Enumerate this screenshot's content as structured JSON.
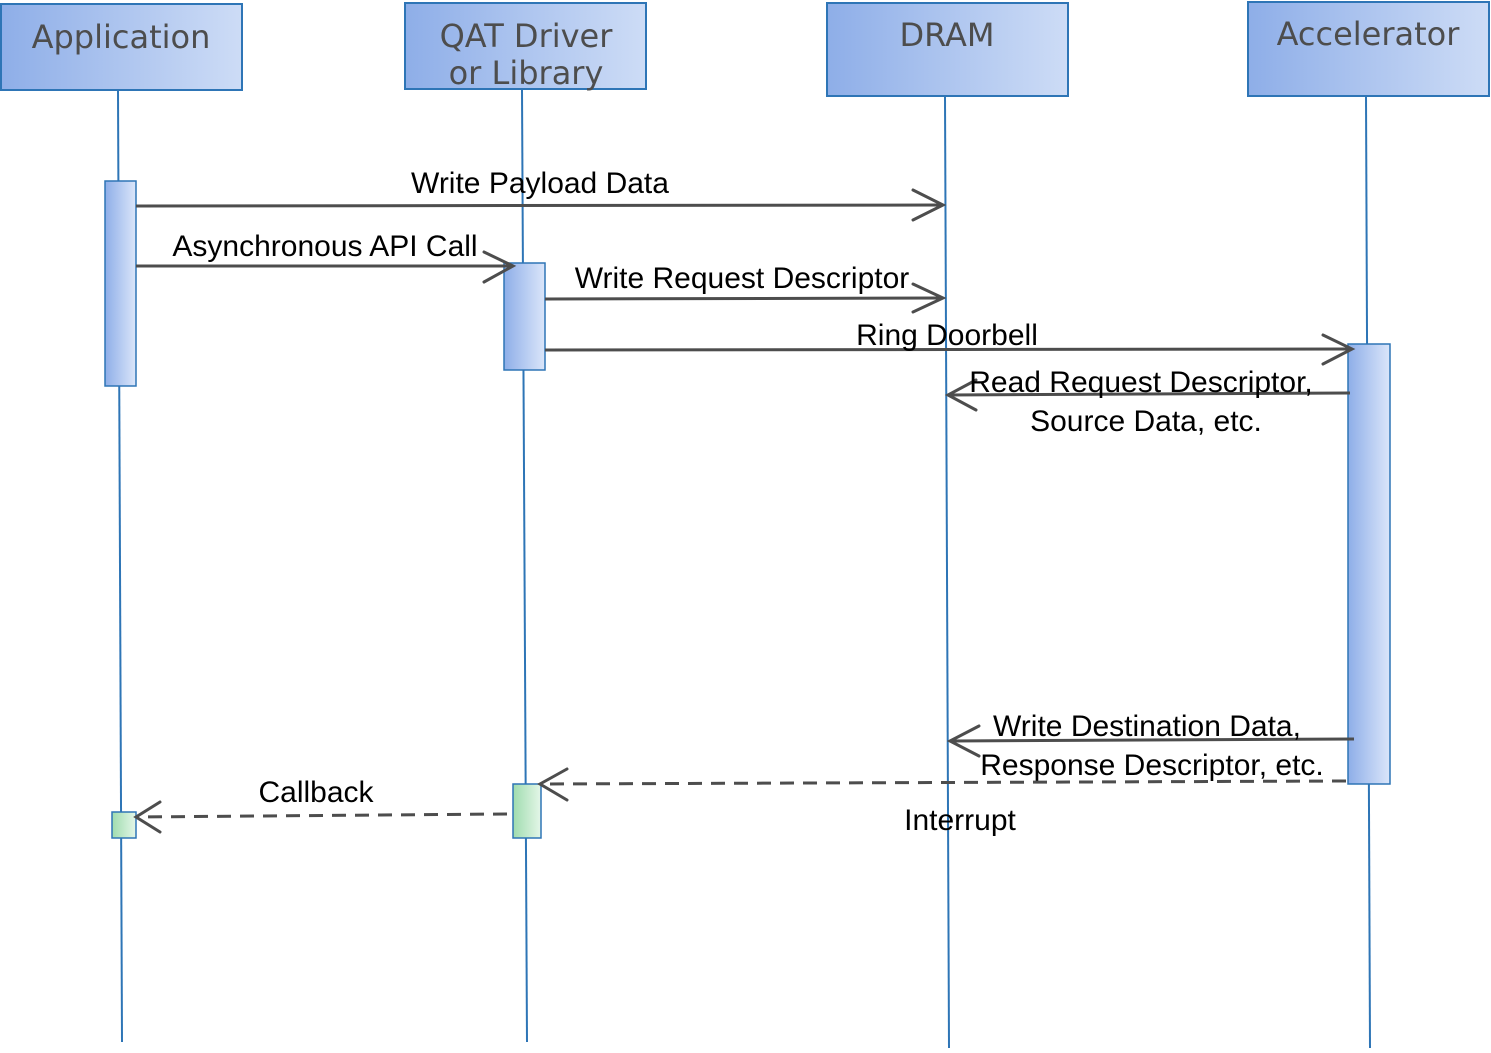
{
  "lifelines": [
    {
      "id": "application",
      "title_lines": [
        "Application"
      ]
    },
    {
      "id": "qat",
      "title_lines": [
        "QAT Driver",
        "or Library"
      ]
    },
    {
      "id": "dram",
      "title_lines": [
        "DRAM"
      ]
    },
    {
      "id": "accelerator",
      "title_lines": [
        "Accelerator"
      ]
    }
  ],
  "messages": [
    {
      "id": "write-payload",
      "from": "application",
      "to": "dram",
      "style": "solid",
      "label_lines": [
        "Write Payload Data"
      ]
    },
    {
      "id": "async-api-call",
      "from": "application",
      "to": "qat",
      "style": "solid",
      "label_lines": [
        "Asynchronous API Call"
      ]
    },
    {
      "id": "write-request-descriptor",
      "from": "qat",
      "to": "dram",
      "style": "solid",
      "label_lines": [
        "Write Request Descriptor"
      ]
    },
    {
      "id": "ring-doorbell",
      "from": "qat",
      "to": "accelerator",
      "style": "solid",
      "label_lines": [
        "Ring Doorbell"
      ]
    },
    {
      "id": "read-request-descriptor",
      "from": "accelerator",
      "to": "dram",
      "style": "solid",
      "label_lines": [
        "Read Request Descriptor,",
        "Source Data, etc."
      ]
    },
    {
      "id": "write-destination-data",
      "from": "accelerator",
      "to": "dram",
      "style": "solid",
      "label_lines": [
        "Write Destination Data,",
        "Response Descriptor, etc."
      ]
    },
    {
      "id": "interrupt",
      "from": "accelerator",
      "to": "qat",
      "style": "dashed",
      "label_lines": [
        "Interrupt"
      ]
    },
    {
      "id": "callback",
      "from": "qat",
      "to": "application",
      "style": "dashed",
      "label_lines": [
        "Callback"
      ]
    }
  ],
  "colors": {
    "lifeline": "#2e75b6",
    "header_fill_start": "#8eaee8",
    "header_fill_end": "#cddcf6",
    "activation_blue_start": "#8eaee8",
    "activation_blue_end": "#dbe6fa",
    "activation_green_start": "#9fdcae",
    "activation_green_end": "#e4f6e8",
    "arrow": "#4d4d4d",
    "title_text": "#4d4d4d"
  }
}
